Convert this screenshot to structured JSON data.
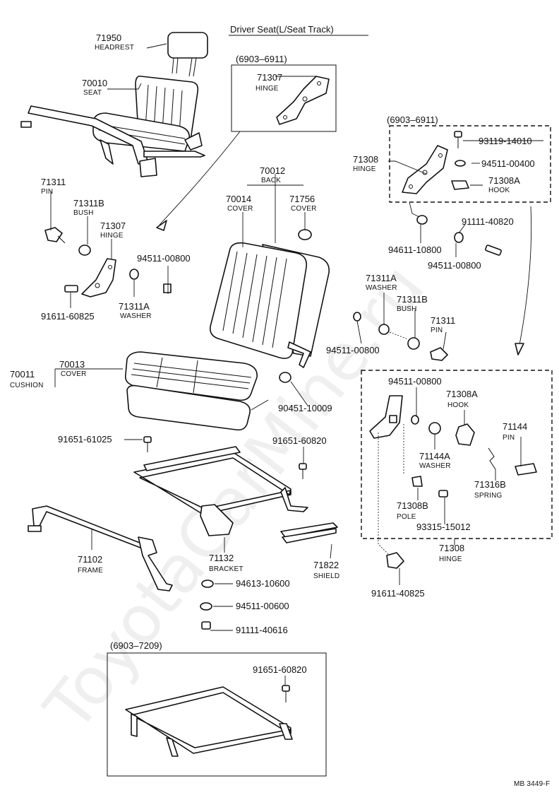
{
  "diagram": {
    "title": "Driver Seat(L/Seat Track)",
    "footer_code": "MB 3449-F",
    "watermark": "ToyotaCarMine.ru",
    "callouts": [
      {
        "num": "71950",
        "name": "HEADREST"
      },
      {
        "num": "70010",
        "name": "SEAT"
      },
      {
        "num": "(6903–6911)"
      },
      {
        "num": "71307",
        "name": "HINGE"
      },
      {
        "num": "(6903–6911)"
      },
      {
        "num": "93119-14010"
      },
      {
        "num": "71308",
        "name": "HINGE"
      },
      {
        "num": "94511-00400"
      },
      {
        "num": "71308A",
        "name": "HOOK"
      },
      {
        "num": "70012",
        "name": "BACK"
      },
      {
        "num": "70014",
        "name": "COVER"
      },
      {
        "num": "71756",
        "name": "COVER"
      },
      {
        "num": "71311",
        "name": "PIN"
      },
      {
        "num": "71311B",
        "name": "BUSH"
      },
      {
        "num": "71307",
        "name": "HINGE"
      },
      {
        "num": "94611-10800"
      },
      {
        "num": "91111-40820"
      },
      {
        "num": "94511-00800"
      },
      {
        "num": "94511-00800"
      },
      {
        "num": "71311A",
        "name": "WASHER"
      },
      {
        "num": "91611-60825"
      },
      {
        "num": "71311A",
        "name": "WASHER"
      },
      {
        "num": "71311B",
        "name": "BUSH"
      },
      {
        "num": "94511-00800"
      },
      {
        "num": "71311",
        "name": "PIN"
      },
      {
        "num": "70013",
        "name": "COVER"
      },
      {
        "num": "70011",
        "name": "CUSHION"
      },
      {
        "num": "94511-00800"
      },
      {
        "num": "71308A",
        "name": "HOOK"
      },
      {
        "num": "90451-10009"
      },
      {
        "num": "71144",
        "name": "PIN"
      },
      {
        "num": "91651-61025"
      },
      {
        "num": "91651-60820"
      },
      {
        "num": "71144A",
        "name": "WASHER"
      },
      {
        "num": "71316B",
        "name": "SPRING"
      },
      {
        "num": "71308B",
        "name": "POLE"
      },
      {
        "num": "93315-15012"
      },
      {
        "num": "71308",
        "name": "HINGE"
      },
      {
        "num": "71102",
        "name": "FRAME"
      },
      {
        "num": "71132",
        "name": "BRACKET"
      },
      {
        "num": "71822",
        "name": "SHIELD"
      },
      {
        "num": "91611-40825"
      },
      {
        "num": "94613-10600"
      },
      {
        "num": "94511-00600"
      },
      {
        "num": "91111-40616"
      },
      {
        "num": "(6903–7209)"
      },
      {
        "num": "91651-60820"
      }
    ]
  }
}
